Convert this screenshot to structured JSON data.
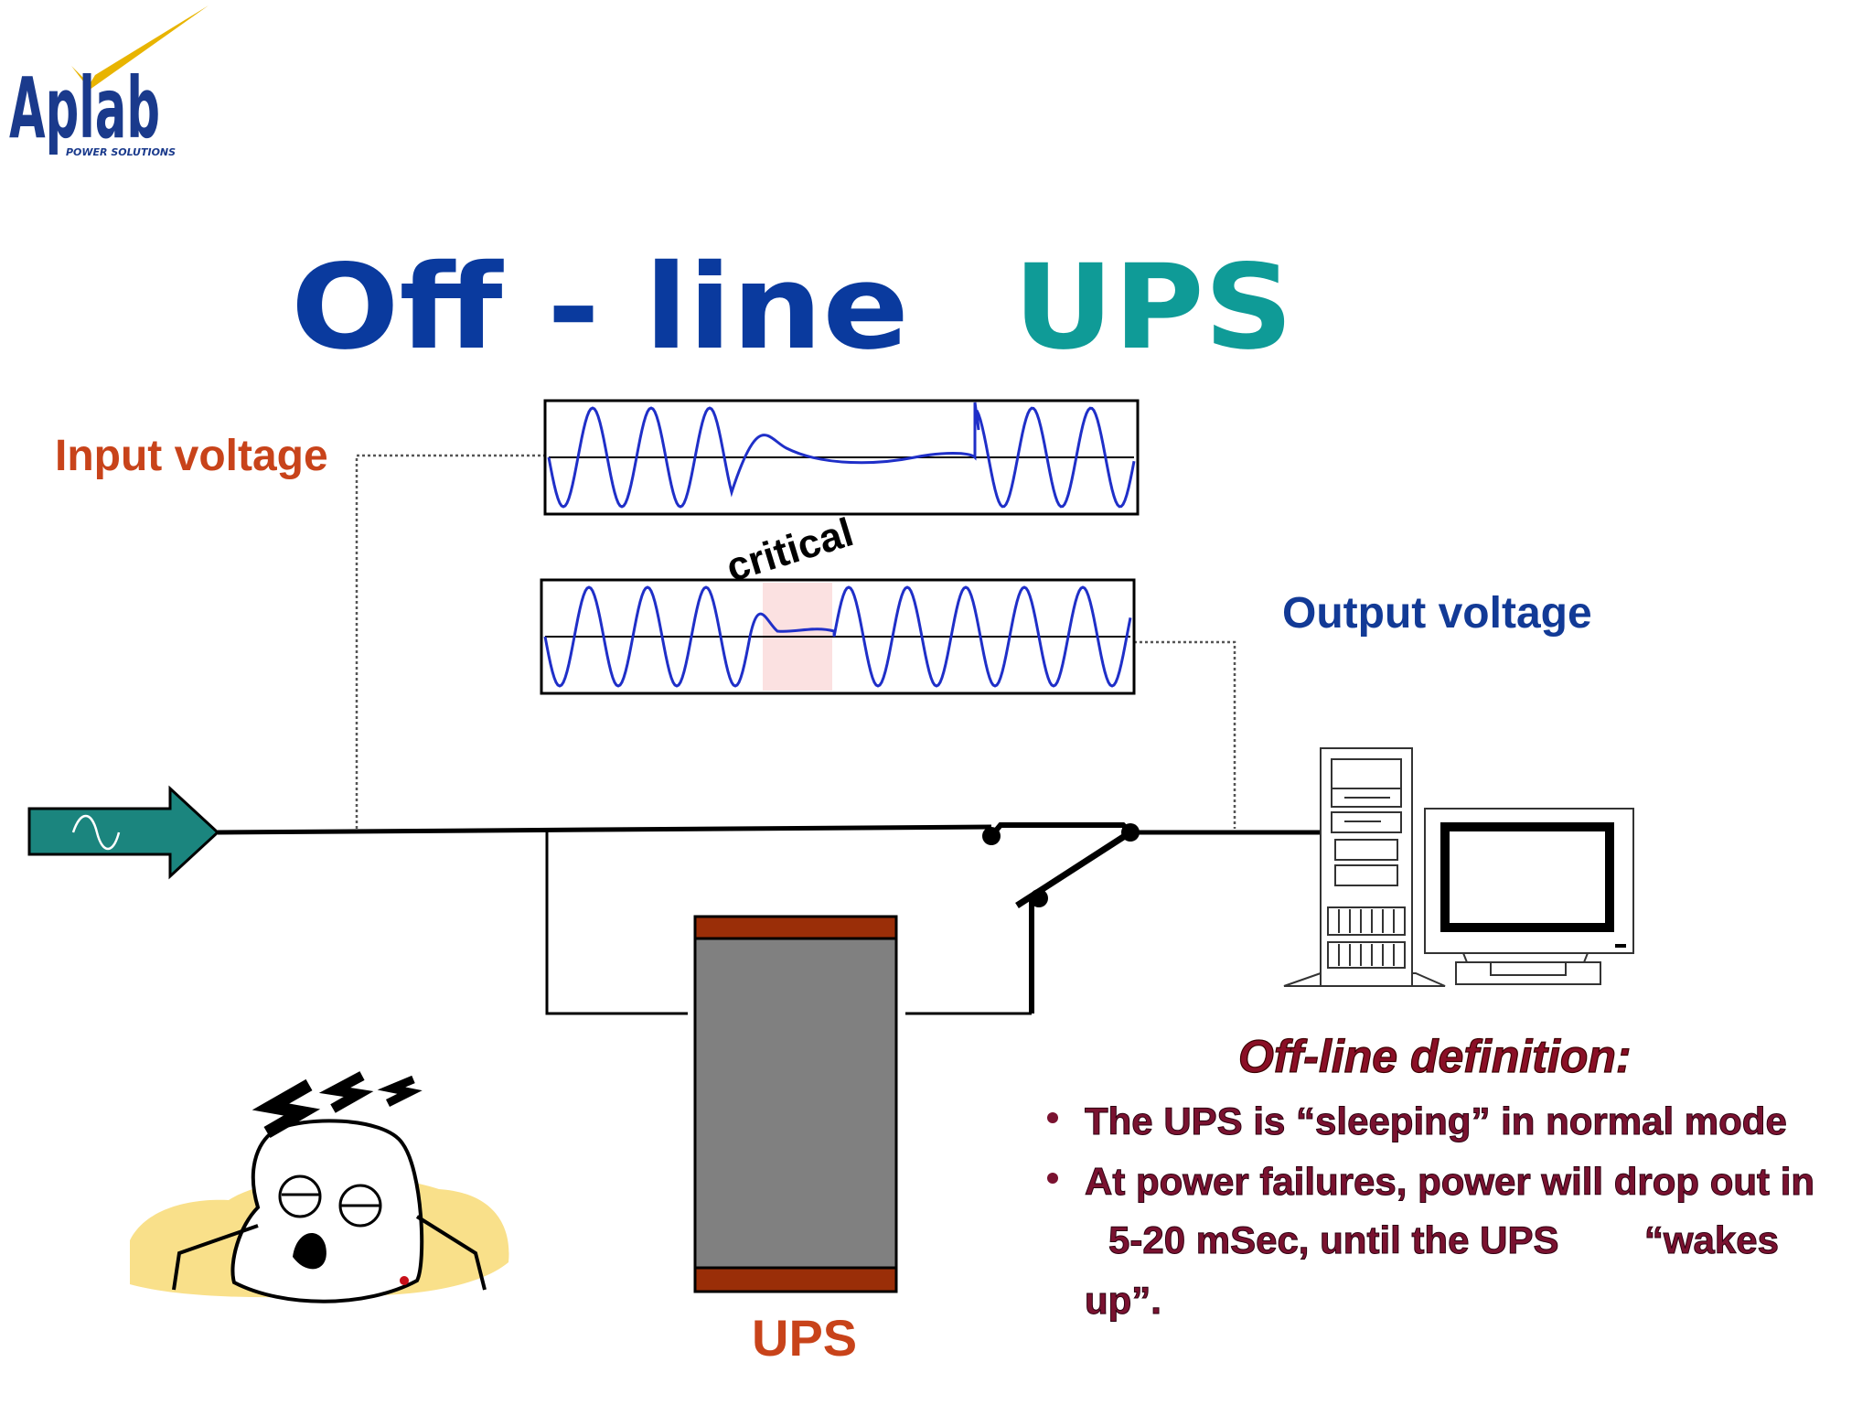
{
  "logo": {
    "brand": "Aplab",
    "tagline": "POWER SOLUTIONS"
  },
  "title": {
    "part1": "Off - line",
    "part2": "UPS"
  },
  "labels": {
    "input_voltage": "Input voltage",
    "output_voltage": "Output voltage",
    "critical": "critical",
    "ups": "UPS"
  },
  "definition": {
    "heading": "Off-line definition:",
    "bullets": [
      {
        "lines": [
          "The UPS is “sleeping” in normal mode"
        ]
      },
      {
        "lines": [
          "At power failures, power will drop out in",
          "5-20 mSec, until the UPS        “wakes",
          "up”."
        ]
      }
    ]
  },
  "colors": {
    "title_blue": "#0a3a9e",
    "title_teal": "#0f9b97",
    "input_label": "#c8431a",
    "output_label": "#123a96",
    "waveform": "#1f2fc8",
    "ups_body": "#808080",
    "ups_cap": "#9a2e08",
    "critical_highlight": "#fbe1e1",
    "definition": "#8a0f26"
  },
  "icons": [
    "logo-check-icon",
    "ac-source-arrow-icon",
    "computer-tower-icon",
    "monitor-icon",
    "sleeping-ups-cartoon-icon"
  ]
}
